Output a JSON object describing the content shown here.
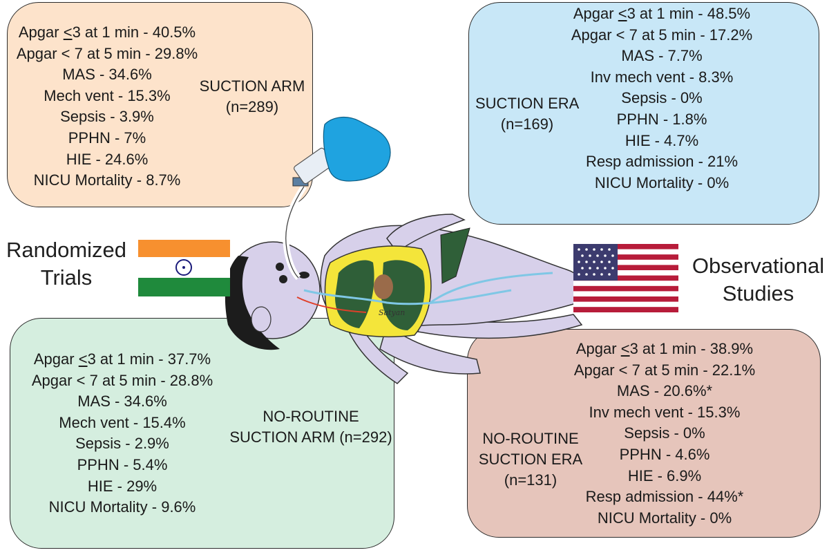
{
  "suction_arm": {
    "label": "SUCTION ARM",
    "n": "(n=289)",
    "stats": [
      "Apgar <3 at 1 min - 40.5%",
      "Apgar < 7 at 5 min - 29.8%",
      "MAS - 34.6%",
      "Mech vent - 15.3%",
      "Sepsis - 3.9%",
      "PPHN - 7%",
      "HIE - 24.6%",
      "NICU Mortality - 8.7%"
    ]
  },
  "suction_era": {
    "label": "SUCTION ERA",
    "n": "(n=169)",
    "stats": [
      "Apgar <3 at 1 min - 48.5%",
      "Apgar < 7 at 5 min - 17.2%",
      "MAS - 7.7%",
      "Inv mech vent - 8.3%",
      "Sepsis - 0%",
      "PPHN - 1.8%",
      "HIE - 4.7%",
      "Resp admission - 21%",
      "NICU Mortality - 0%"
    ]
  },
  "no_routine_arm": {
    "label_line1": "NO-ROUTINE",
    "label_line2": "SUCTION ARM (n=292)",
    "stats": [
      "Apgar <3 at 1 min - 37.7%",
      "Apgar < 7 at 5 min - 28.8%",
      "MAS - 34.6%",
      "Mech vent - 15.4%",
      "Sepsis - 2.9%",
      "PPHN - 5.4%",
      "HIE - 29%",
      "NICU Mortality - 9.6%"
    ]
  },
  "no_routine_era": {
    "label_line1": "NO-ROUTINE",
    "label_line2": "SUCTION ERA",
    "label_line3": "(n=131)",
    "stats": [
      "Apgar <3 at 1 min - 38.9%",
      "Apgar < 7 at 5 min - 22.1%",
      "MAS - 20.6%*",
      "Inv mech vent - 15.3%",
      "Sepsis - 0%",
      "PPHN - 4.6%",
      "HIE - 6.9%",
      "Resp admission - 44%*",
      "NICU Mortality - 0%"
    ]
  },
  "left_label": {
    "line1": "Randomized",
    "line2": "Trials"
  },
  "right_label": {
    "line1": "Observational",
    "line2": "Studies"
  },
  "signature": "Satyan",
  "colors": {
    "suction_arm_bg": "#fde3cb",
    "suction_era_bg": "#c8e7f7",
    "no_routine_arm_bg": "#d5eedf",
    "no_routine_era_bg": "#e6c5bb",
    "baby_skin": "#d7d0ea",
    "glove": "#1fa3e0",
    "lung": "#2f5f38",
    "india_saffron": "#f7902f",
    "india_green": "#1f8a3c",
    "usa_red": "#b71c3a",
    "usa_blue": "#3c3b6e"
  },
  "icons": [
    "india-flag",
    "usa-flag",
    "newborn-illustration",
    "gloved-hand-icon",
    "suction-catheter",
    "lungs-illustration"
  ]
}
